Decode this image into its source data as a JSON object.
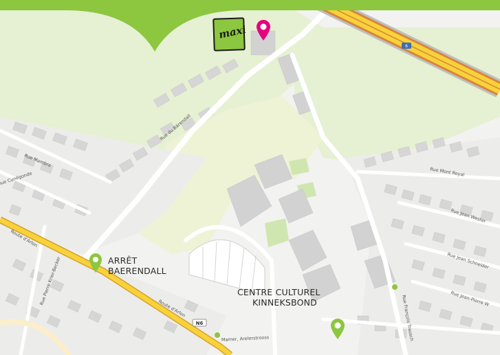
{
  "map": {
    "colors": {
      "land": "#f2f2f0",
      "green_area": "#e6f0d2",
      "park": "#eef3d6",
      "building": "#d6d6d6",
      "road": "#ffffff",
      "highway": "#f7d23a",
      "motorway_edge": "#d9853b",
      "banner": "#8dc63f",
      "pin_pink": "#e6007e",
      "pin_green": "#8dc63f"
    },
    "road_labels": [
      {
        "id": "rue-du-baerendall",
        "text": "Rue du Bärendall"
      },
      {
        "id": "rue-mambra",
        "text": "Rue Mambra"
      },
      {
        "id": "rue-cunegonde",
        "text": "Rue Cunégonde"
      },
      {
        "id": "route-darlon-1",
        "text": "Route d'Arlon"
      },
      {
        "id": "route-darlon-2",
        "text": "Route d'Arlon"
      },
      {
        "id": "rue-pierre-krier-becker",
        "text": "Rue Pierre Krier-Becker"
      },
      {
        "id": "rue-mont-royal",
        "text": "Rue Mont Royal"
      },
      {
        "id": "rue-jean-wester",
        "text": "Rue Jean Wester"
      },
      {
        "id": "rue-jean-schneider",
        "text": "Rue Jean Schneider"
      },
      {
        "id": "rue-jean-pierre",
        "text": "Rue Jean-Pierre W"
      },
      {
        "id": "rue-francois-trausch",
        "text": "Rue François Trausch"
      },
      {
        "id": "arrets-stop",
        "text": "Mamer, Arelerstrooss"
      }
    ],
    "road_shields": [
      {
        "id": "shield-n6",
        "text": "N6"
      },
      {
        "id": "shield-a6",
        "text": "6"
      }
    ],
    "pois": [
      {
        "id": "arret-baerendall",
        "line1": "ARRÊT",
        "line2": "BAERENDALL",
        "icon": "green-pin"
      },
      {
        "id": "centre-culturel",
        "line1": "CENTRE CULTUREL",
        "line2": "KINNEKSBOND",
        "icon": "green-pin"
      }
    ],
    "logo": {
      "text": "maxi",
      "icon": "maxi-logo"
    },
    "destination": {
      "icon": "pink-pin"
    }
  }
}
